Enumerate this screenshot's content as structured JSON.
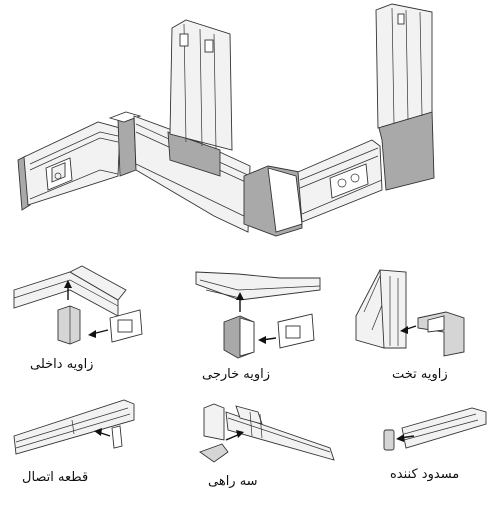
{
  "labels": {
    "internal_corner": "زاویه داخلی",
    "external_corner": "زاویه خارجی",
    "flat_corner": "زاویه تخت",
    "joint_piece": "قطعه اتصال",
    "tee": "سه راهی",
    "end_cap": "مسدود کننده"
  },
  "colors": {
    "line": "#333333",
    "fill_light": "#f2f2f2",
    "fill_grey": "#a9a9a9",
    "background": "#ffffff"
  }
}
